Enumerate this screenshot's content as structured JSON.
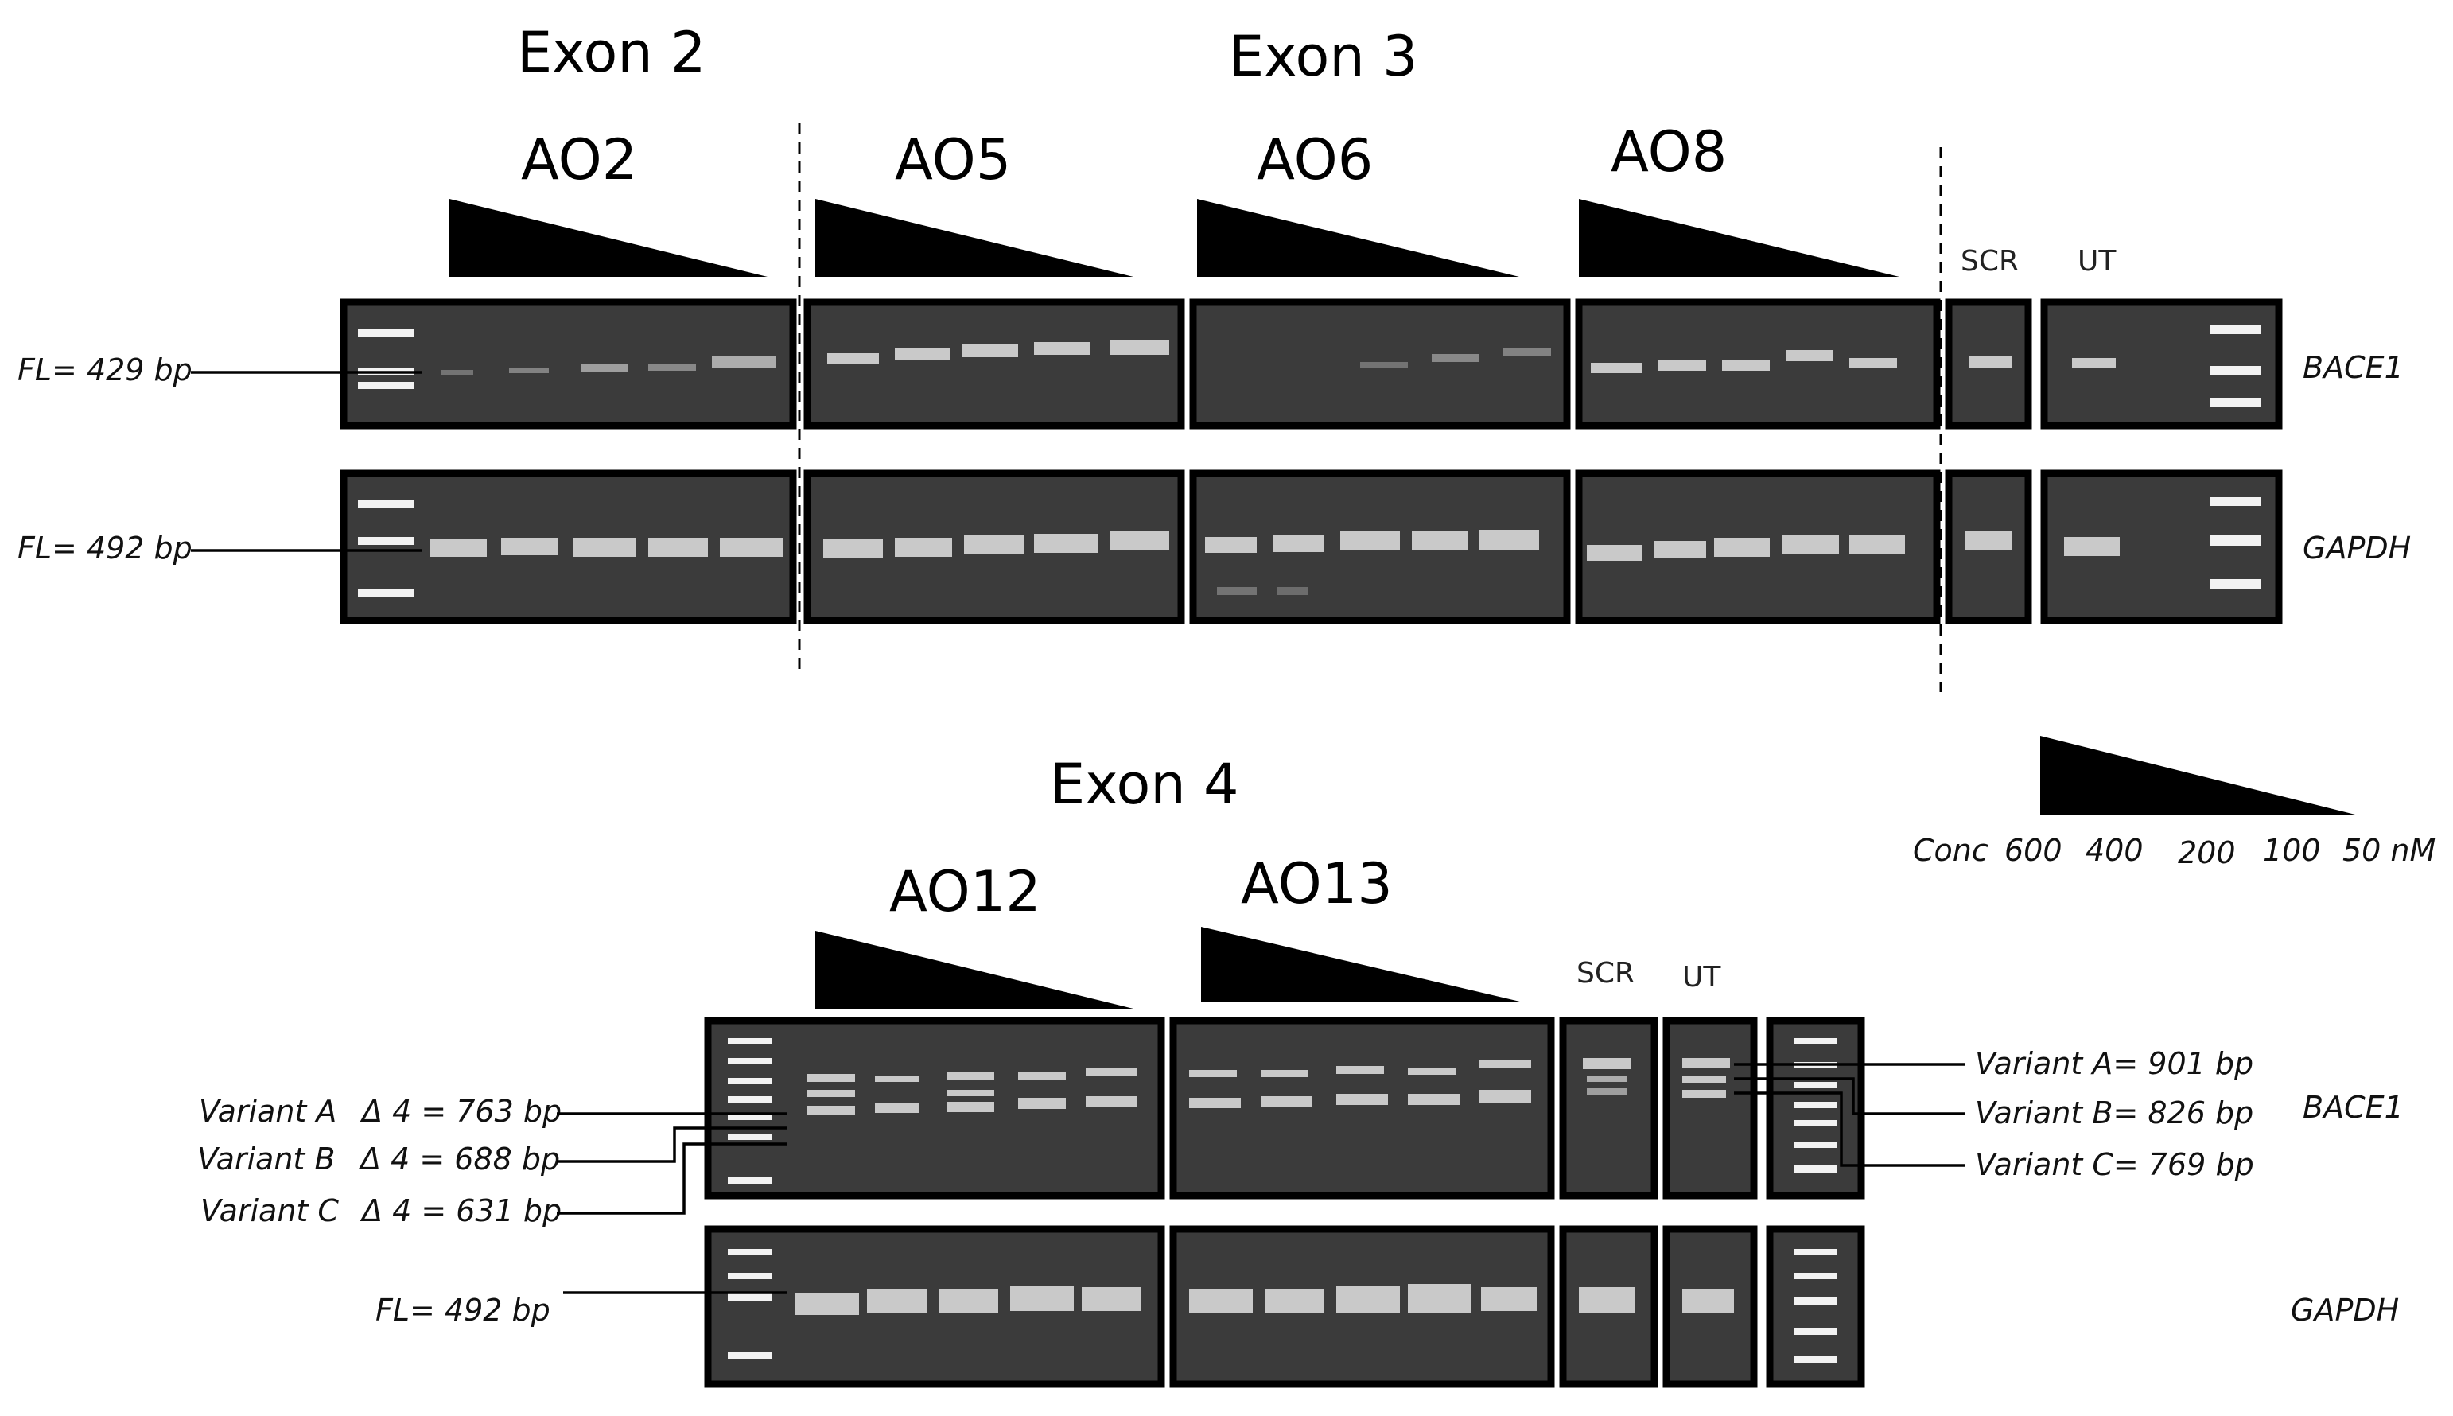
{
  "top_panel": {
    "exon_labels": [
      "Exon 2",
      "Exon 3"
    ],
    "ao_labels": [
      "AO2",
      "AO5",
      "AO6",
      "AO8"
    ],
    "control_labels": [
      "SCR",
      "UT"
    ],
    "gene_labels": [
      "BACE1",
      "GAPDH"
    ],
    "fl_labels": [
      "FL= 429 bp",
      "FL= 492 bp"
    ]
  },
  "bottom_panel": {
    "exon_label": "Exon 4",
    "ao_labels": [
      "AO12",
      "AO13"
    ],
    "control_labels": [
      "SCR",
      "UT"
    ],
    "gene_labels": [
      "BACE1",
      "GAPDH"
    ],
    "left_variants": [
      {
        "name": "Variant A",
        "delta": "Δ 4 = 763 bp"
      },
      {
        "name": "Variant B",
        "delta": "Δ 4 = 688 bp"
      },
      {
        "name": "Variant C",
        "delta": "Δ 4 = 631 bp"
      }
    ],
    "right_variants": [
      "Variant A= 901 bp",
      "Variant B= 826 bp",
      "Variant C= 769 bp"
    ],
    "fl_label": "FL= 492 bp"
  },
  "legend": {
    "conc_label": "Conc",
    "values": [
      "600",
      "400",
      "200",
      "100",
      "50 nM"
    ]
  }
}
